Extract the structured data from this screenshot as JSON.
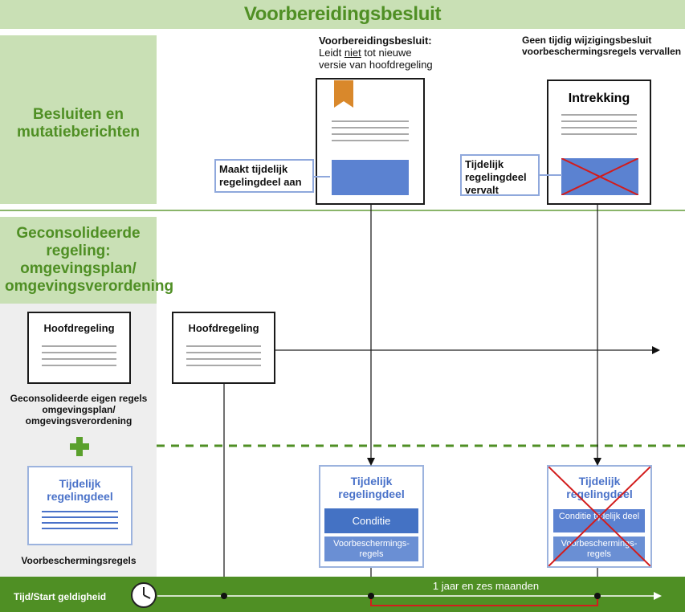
{
  "title": "Voorbereidingsbesluit",
  "rows": {
    "besluiten_label": "Besluiten en\nmutatieberichten",
    "geconsolideerde_label": "Geconsolideerde regeling: omgevingsplan/ omgevingsverordening"
  },
  "legend": {
    "hoofdregeling_title": "Hoofdregeling",
    "hoofdregeling_caption": "Geconsolideerde eigen regels omgevingsplan/ omgevingsverordening",
    "plus_icon": "plus-icon",
    "tijdelijk_title": "Tijdelijk regelingdeel",
    "tijdelijk_caption": "Voorbeschermingsregels"
  },
  "besluit": {
    "heading": "Voorbereidingsbesluit:",
    "line1_prefix": "Leidt ",
    "line1_emph": "niet",
    "line1_suffix": " tot nieuwe",
    "line2": "versie van hoofdregeling",
    "label": "Maakt tijdelijk regelingdeel aan"
  },
  "intrekking": {
    "heading": "Geen tijdig wijzigingsbesluit voorbeschermingsregels vervallen",
    "doc_title": "Intrekking",
    "label": "Tijdelijk regelingdeel vervalt"
  },
  "main_hoofdregeling": "Hoofdregeling",
  "tijdelijk1": {
    "title": "Tijdelijk regelingdeel",
    "conditie": "Conditie",
    "voorbescherming": "Voorbeschermings-regels"
  },
  "tijdelijk2": {
    "title": "Tijdelijk regelingdeel",
    "conditie": "Conditie tijdelijk deel",
    "voorbescherming": "Voorbeschermings-regels"
  },
  "timeline": {
    "label": "Tijd/Start geldigheid",
    "duration": "1 jaar en zes maanden",
    "clock_icon": "clock-icon"
  },
  "colors": {
    "green_dark": "#4f8f24",
    "green_light": "#c9e0b5",
    "blue": "#4472c4",
    "red": "#d21c1c"
  }
}
